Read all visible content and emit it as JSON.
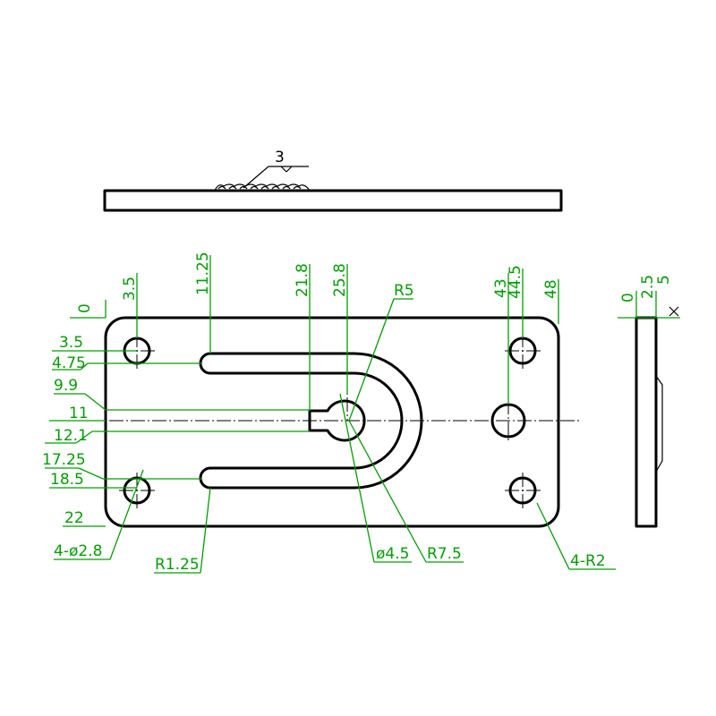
{
  "colors": {
    "outline": "#000000",
    "dimension": "#00a000",
    "background": "#ffffff"
  },
  "weld_callout": "3",
  "top_dims": {
    "zero": "0",
    "hole_x": "3.5",
    "slot_x": "11.25",
    "notch_x": "21.8",
    "hole_center_x": "25.8",
    "right_hole_x": "43",
    "right_corner_hole_x": "44.5",
    "overall_length": "48"
  },
  "left_dims": {
    "hole_y": "3.5",
    "slot_top_y": "4.75",
    "notch_top_y": "9.9",
    "centerline_y": "11",
    "notch_bottom_y": "12.1",
    "slot_bottom_y": "17.25",
    "lower_hole_y": "18.5",
    "overall_width": "22"
  },
  "side_dims": {
    "zero": "0",
    "thickness": "2.5",
    "top_marker": "5"
  },
  "callouts": {
    "mount_holes": "4-ø2.8",
    "slot_end_radius": "R1.25",
    "center_hole": "ø4.5",
    "outer_arc_radius": "R7.5",
    "inner_arc_radius": "R5",
    "corner_radius": "4-R2"
  }
}
